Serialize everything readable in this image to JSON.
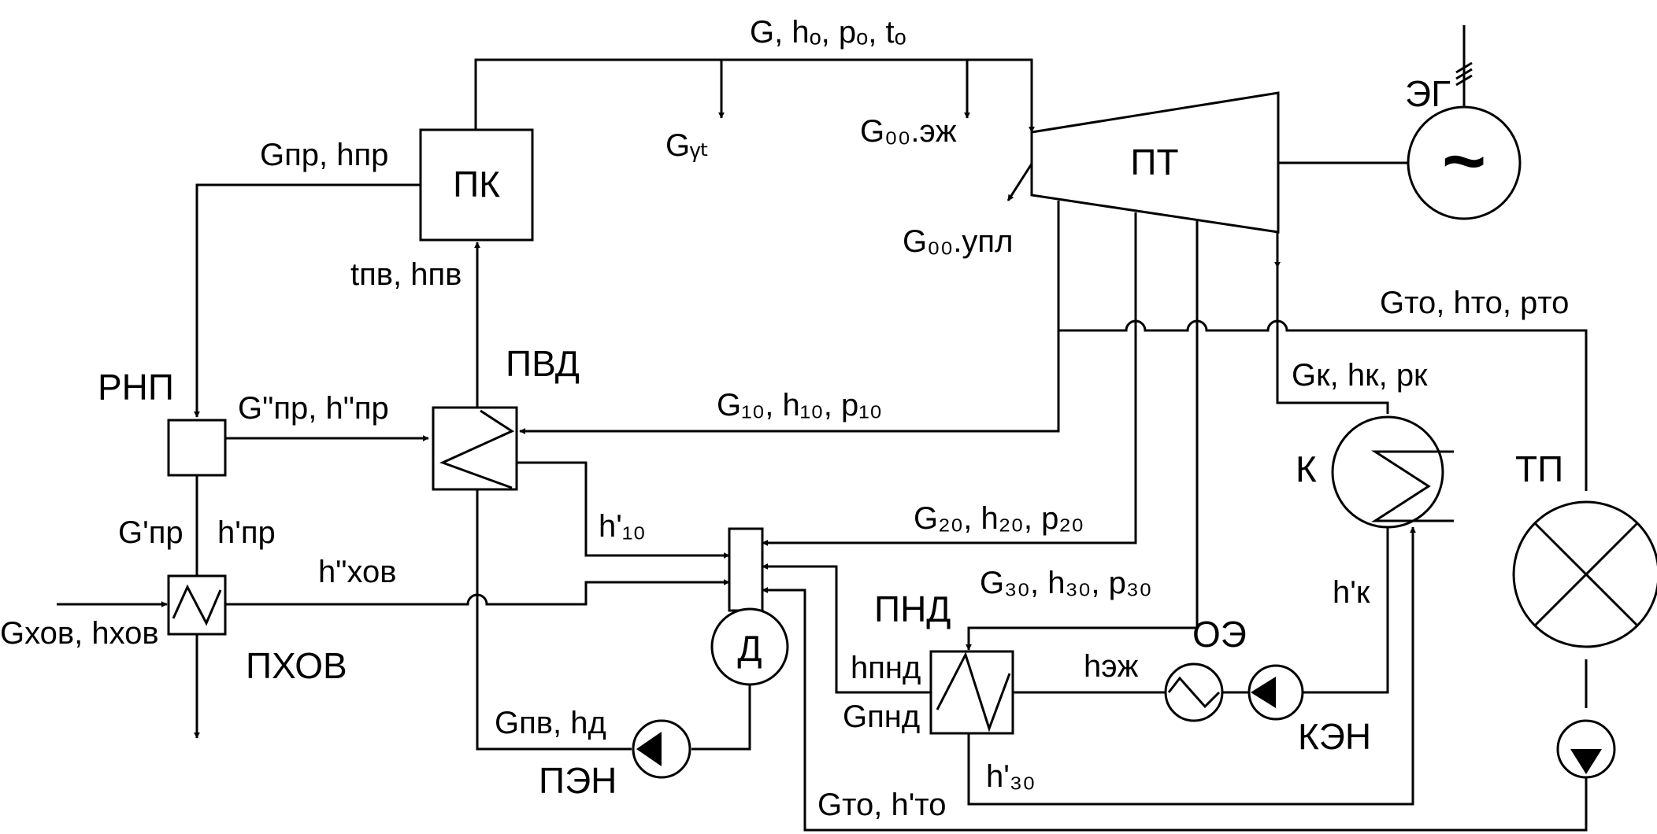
{
  "flows": {
    "main_steam": "G, hₒ, pₒ, tₒ",
    "blowdown": "Gᵧₜ",
    "ejector_steam": "G₀₀.эж",
    "seal_steam": "G₀₀.упл",
    "feedwater": "tпв, hпв",
    "purge": "Gпр, hпр",
    "purge_steam": "G\"пр, h\"пр",
    "purge_water_g": "G'пр",
    "purge_water_h": "h'пр",
    "makeup_in": "Gхов, hхов",
    "makeup_heated": "h\"хов",
    "extraction_1": "G₁₀, h₁₀, p₁₀",
    "drain_1": "h'₁₀",
    "extraction_2": "G₂₀, h₂₀, p₂₀",
    "extraction_3": "G₃₀, h₃₀, p₃₀",
    "drain_3": "h'₃₀",
    "condenser_steam": "Gк, hк, pк",
    "condensate": "h'к",
    "heating_extraction": "Gто, hто, pто",
    "heating_return": "Gто, h'то",
    "lp_heater_out_h": "hпнд",
    "lp_heater_out_g": "Gпнд",
    "ejector_out": "hэж",
    "feedwater_pump_flow": "Gпв, hд"
  },
  "equipment": {
    "boiler": "ПК",
    "turbine": "ПТ",
    "generator": "ЭГ",
    "generator_symbol": "~",
    "hp_heater": "ПВД",
    "lp_heater": "ПНД",
    "deaerator": "Д",
    "condenser": "К",
    "heat_consumer": "ТП",
    "blowdown_expander": "РНП",
    "makeup_heater": "ПХОВ",
    "feed_pump": "ПЭН",
    "condensate_pump": "КЭН",
    "ejector_cooler": "ОЭ"
  }
}
